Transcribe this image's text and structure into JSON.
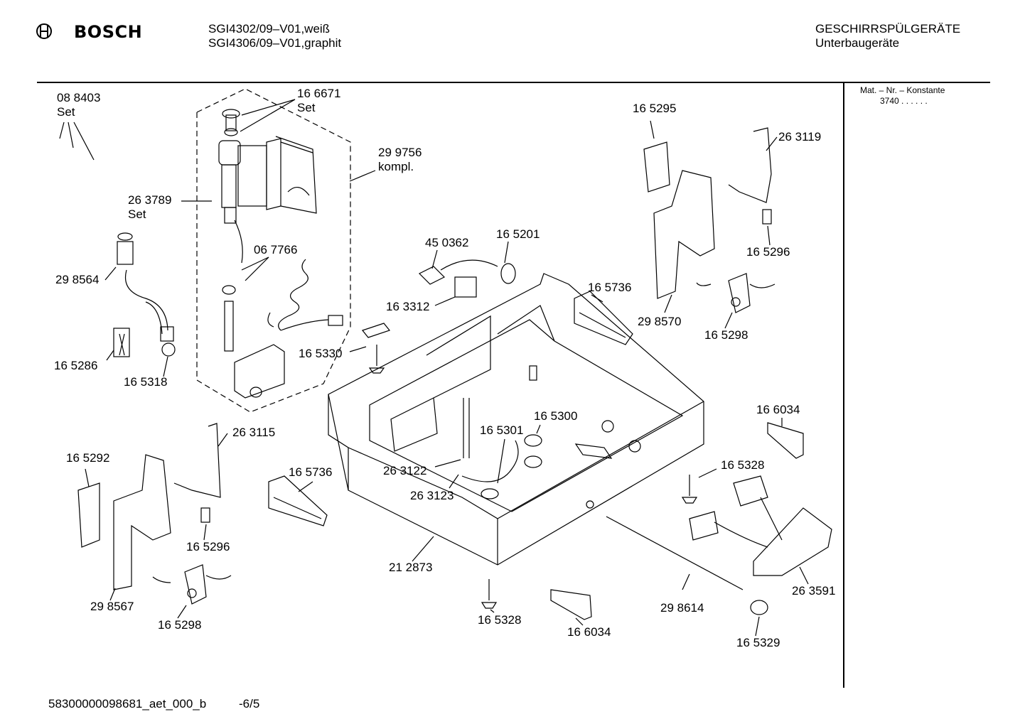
{
  "header": {
    "brand": "BOSCH",
    "model_line_1": "SGI4302/09–V01,weiß",
    "model_line_2": "SGI4306/09–V01,graphit",
    "category": "GESCHIRRSPÜLGERÄTE",
    "subcategory": "Unterbaugeräte"
  },
  "sidebar": {
    "mat_nr": "Mat. – Nr. – Konstante",
    "konstante": "3740  .  .  .  .  .  ."
  },
  "parts": [
    {
      "id": "p1",
      "number": "08 8403",
      "note": "Set"
    },
    {
      "id": "p2",
      "number": "16 6671",
      "note": "Set"
    },
    {
      "id": "p3",
      "number": "29 9756",
      "note": "kompl."
    },
    {
      "id": "p4",
      "number": "26 3789",
      "note": "Set"
    },
    {
      "id": "p5",
      "number": "06 7766",
      "note": ""
    },
    {
      "id": "p6",
      "number": "29 8564",
      "note": ""
    },
    {
      "id": "p7",
      "number": "16 5286",
      "note": ""
    },
    {
      "id": "p8",
      "number": "16 5318",
      "note": ""
    },
    {
      "id": "p9",
      "number": "45 0362",
      "note": ""
    },
    {
      "id": "p10",
      "number": "16 5201",
      "note": ""
    },
    {
      "id": "p11",
      "number": "16 3312",
      "note": ""
    },
    {
      "id": "p12",
      "number": "16 5330",
      "note": ""
    },
    {
      "id": "p13",
      "number": "16 5295",
      "note": ""
    },
    {
      "id": "p14",
      "number": "26 3119",
      "note": ""
    },
    {
      "id": "p15",
      "number": "16 5296",
      "note": ""
    },
    {
      "id": "p16",
      "number": "16 5736",
      "note": ""
    },
    {
      "id": "p17",
      "number": "29 8570",
      "note": ""
    },
    {
      "id": "p18",
      "number": "16 5298",
      "note": ""
    },
    {
      "id": "p19",
      "number": "16 6034",
      "note": ""
    },
    {
      "id": "p20",
      "number": "16 5300",
      "note": ""
    },
    {
      "id": "p21",
      "number": "16 5301",
      "note": ""
    },
    {
      "id": "p22",
      "number": "26 3115",
      "note": ""
    },
    {
      "id": "p23",
      "number": "16 5292",
      "note": ""
    },
    {
      "id": "p24",
      "number": "16 5736",
      "note": ""
    },
    {
      "id": "p25",
      "number": "26 3122",
      "note": ""
    },
    {
      "id": "p26",
      "number": "26 3123",
      "note": ""
    },
    {
      "id": "p27",
      "number": "16 5328",
      "note": ""
    },
    {
      "id": "p28",
      "number": "16 5296",
      "note": ""
    },
    {
      "id": "p29",
      "number": "21 2873",
      "note": ""
    },
    {
      "id": "p30",
      "number": "29 8567",
      "note": ""
    },
    {
      "id": "p31",
      "number": "16 5298",
      "note": ""
    },
    {
      "id": "p32",
      "number": "16 5328",
      "note": ""
    },
    {
      "id": "p33",
      "number": "16 6034",
      "note": ""
    },
    {
      "id": "p34",
      "number": "29 8614",
      "note": ""
    },
    {
      "id": "p35",
      "number": "26 3591",
      "note": ""
    },
    {
      "id": "p36",
      "number": "16 5329",
      "note": ""
    }
  ],
  "footer": {
    "doc_id": "58300000098681_aet_000_b",
    "page": "-6/5"
  }
}
